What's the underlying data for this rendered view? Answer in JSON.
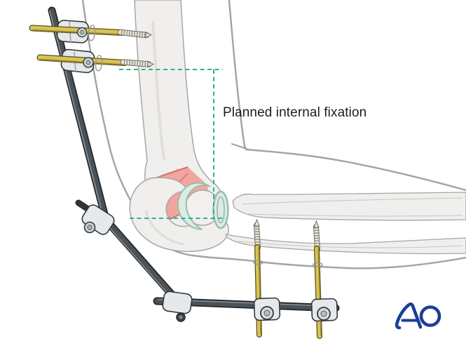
{
  "figure": {
    "annotation_label": "Planned internal fixation",
    "depicts": "elbow with modular external fixator and planned internal fixation zone"
  },
  "logo": {
    "text": "AO"
  },
  "colors": {
    "background": "#ffffff",
    "skin_outline": "#a3a3a1",
    "bone_fill": "#f0efed",
    "bone_outline": "#a7a7a5",
    "bone_shading": "#dedddb",
    "fracture_highlight": "#f1a69d",
    "fracture_edge": "#cf7468",
    "cartilage_fill": "#dfeae4",
    "cartilage_outline": "#95c0ae",
    "guide_dashed": "#2eb28a",
    "rod_dark": "#4b5258",
    "rod_outline": "#24282b",
    "rod_highlight": "#868e94",
    "clamp_fill": "#e6e9eb",
    "clamp_outline": "#33383b",
    "pin_gold": "#d8c455",
    "pin_gold_shade": "#a08a2b",
    "pin_outline": "#57501f",
    "thread_fill": "#e9e6dd",
    "thread_hatch": "#8d887b",
    "thread_outline": "#6f6b5f",
    "annotation_text": "#1d1d1f",
    "logo_blue": "#1c3e99"
  }
}
